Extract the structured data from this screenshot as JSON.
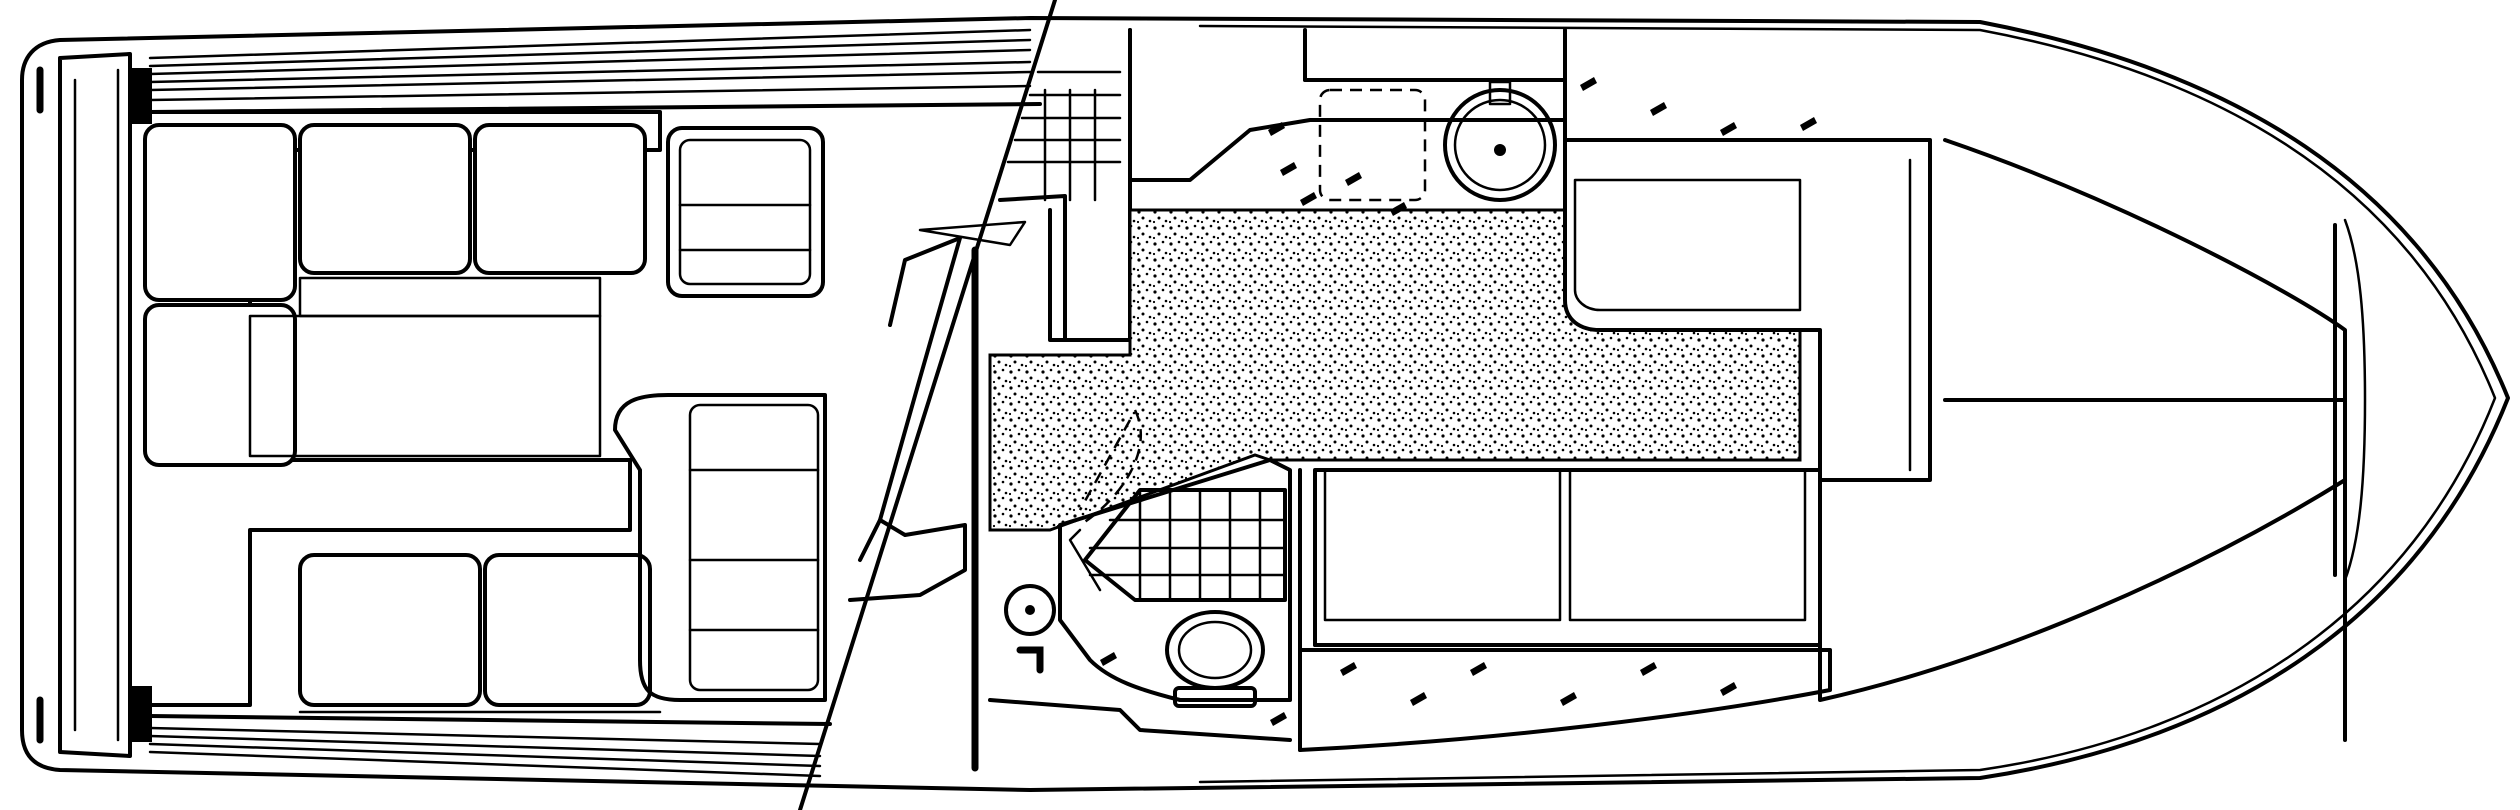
{
  "drawing": {
    "kind": "boat-deck-plan",
    "orientation": "stern-left-bow-right",
    "line_color": "#000000",
    "background": "#ffffff"
  },
  "areas": [
    "cockpit",
    "cabin",
    "galley",
    "head",
    "dinette",
    "v-berth"
  ],
  "fixtures": {
    "galley_sink": "round-sink-icon",
    "head_sink": "round-sink-icon",
    "toilet": "toilet-icon",
    "shower_grate": "grid-icon"
  }
}
